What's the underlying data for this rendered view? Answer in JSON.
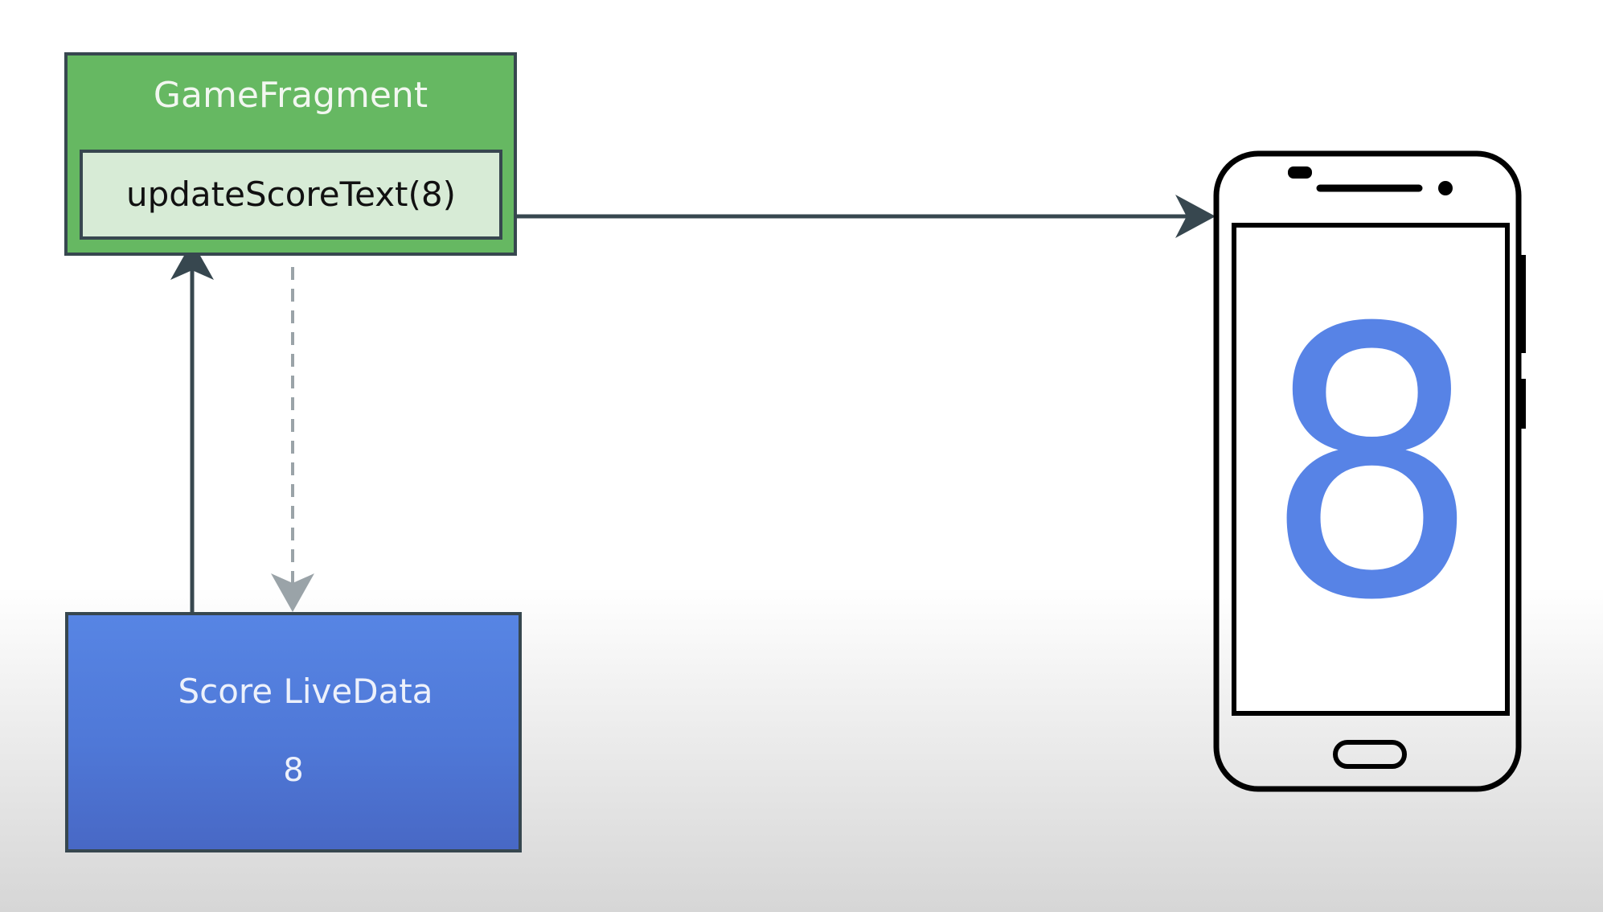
{
  "diagram": {
    "game_fragment": {
      "title": "GameFragment",
      "method_call": "updateScoreText(8)",
      "fill_color": "#66b862",
      "method_fill_color": "#d7ebd6"
    },
    "score_livedata": {
      "title": "Score LiveData",
      "value": "8",
      "fill_color": "#5080dd"
    },
    "phone_screen": {
      "displayed_score": "8",
      "score_color": "#5783e6"
    },
    "connectors": {
      "line_color": "#37474f",
      "dashed_color": "#9aa3a8"
    }
  }
}
